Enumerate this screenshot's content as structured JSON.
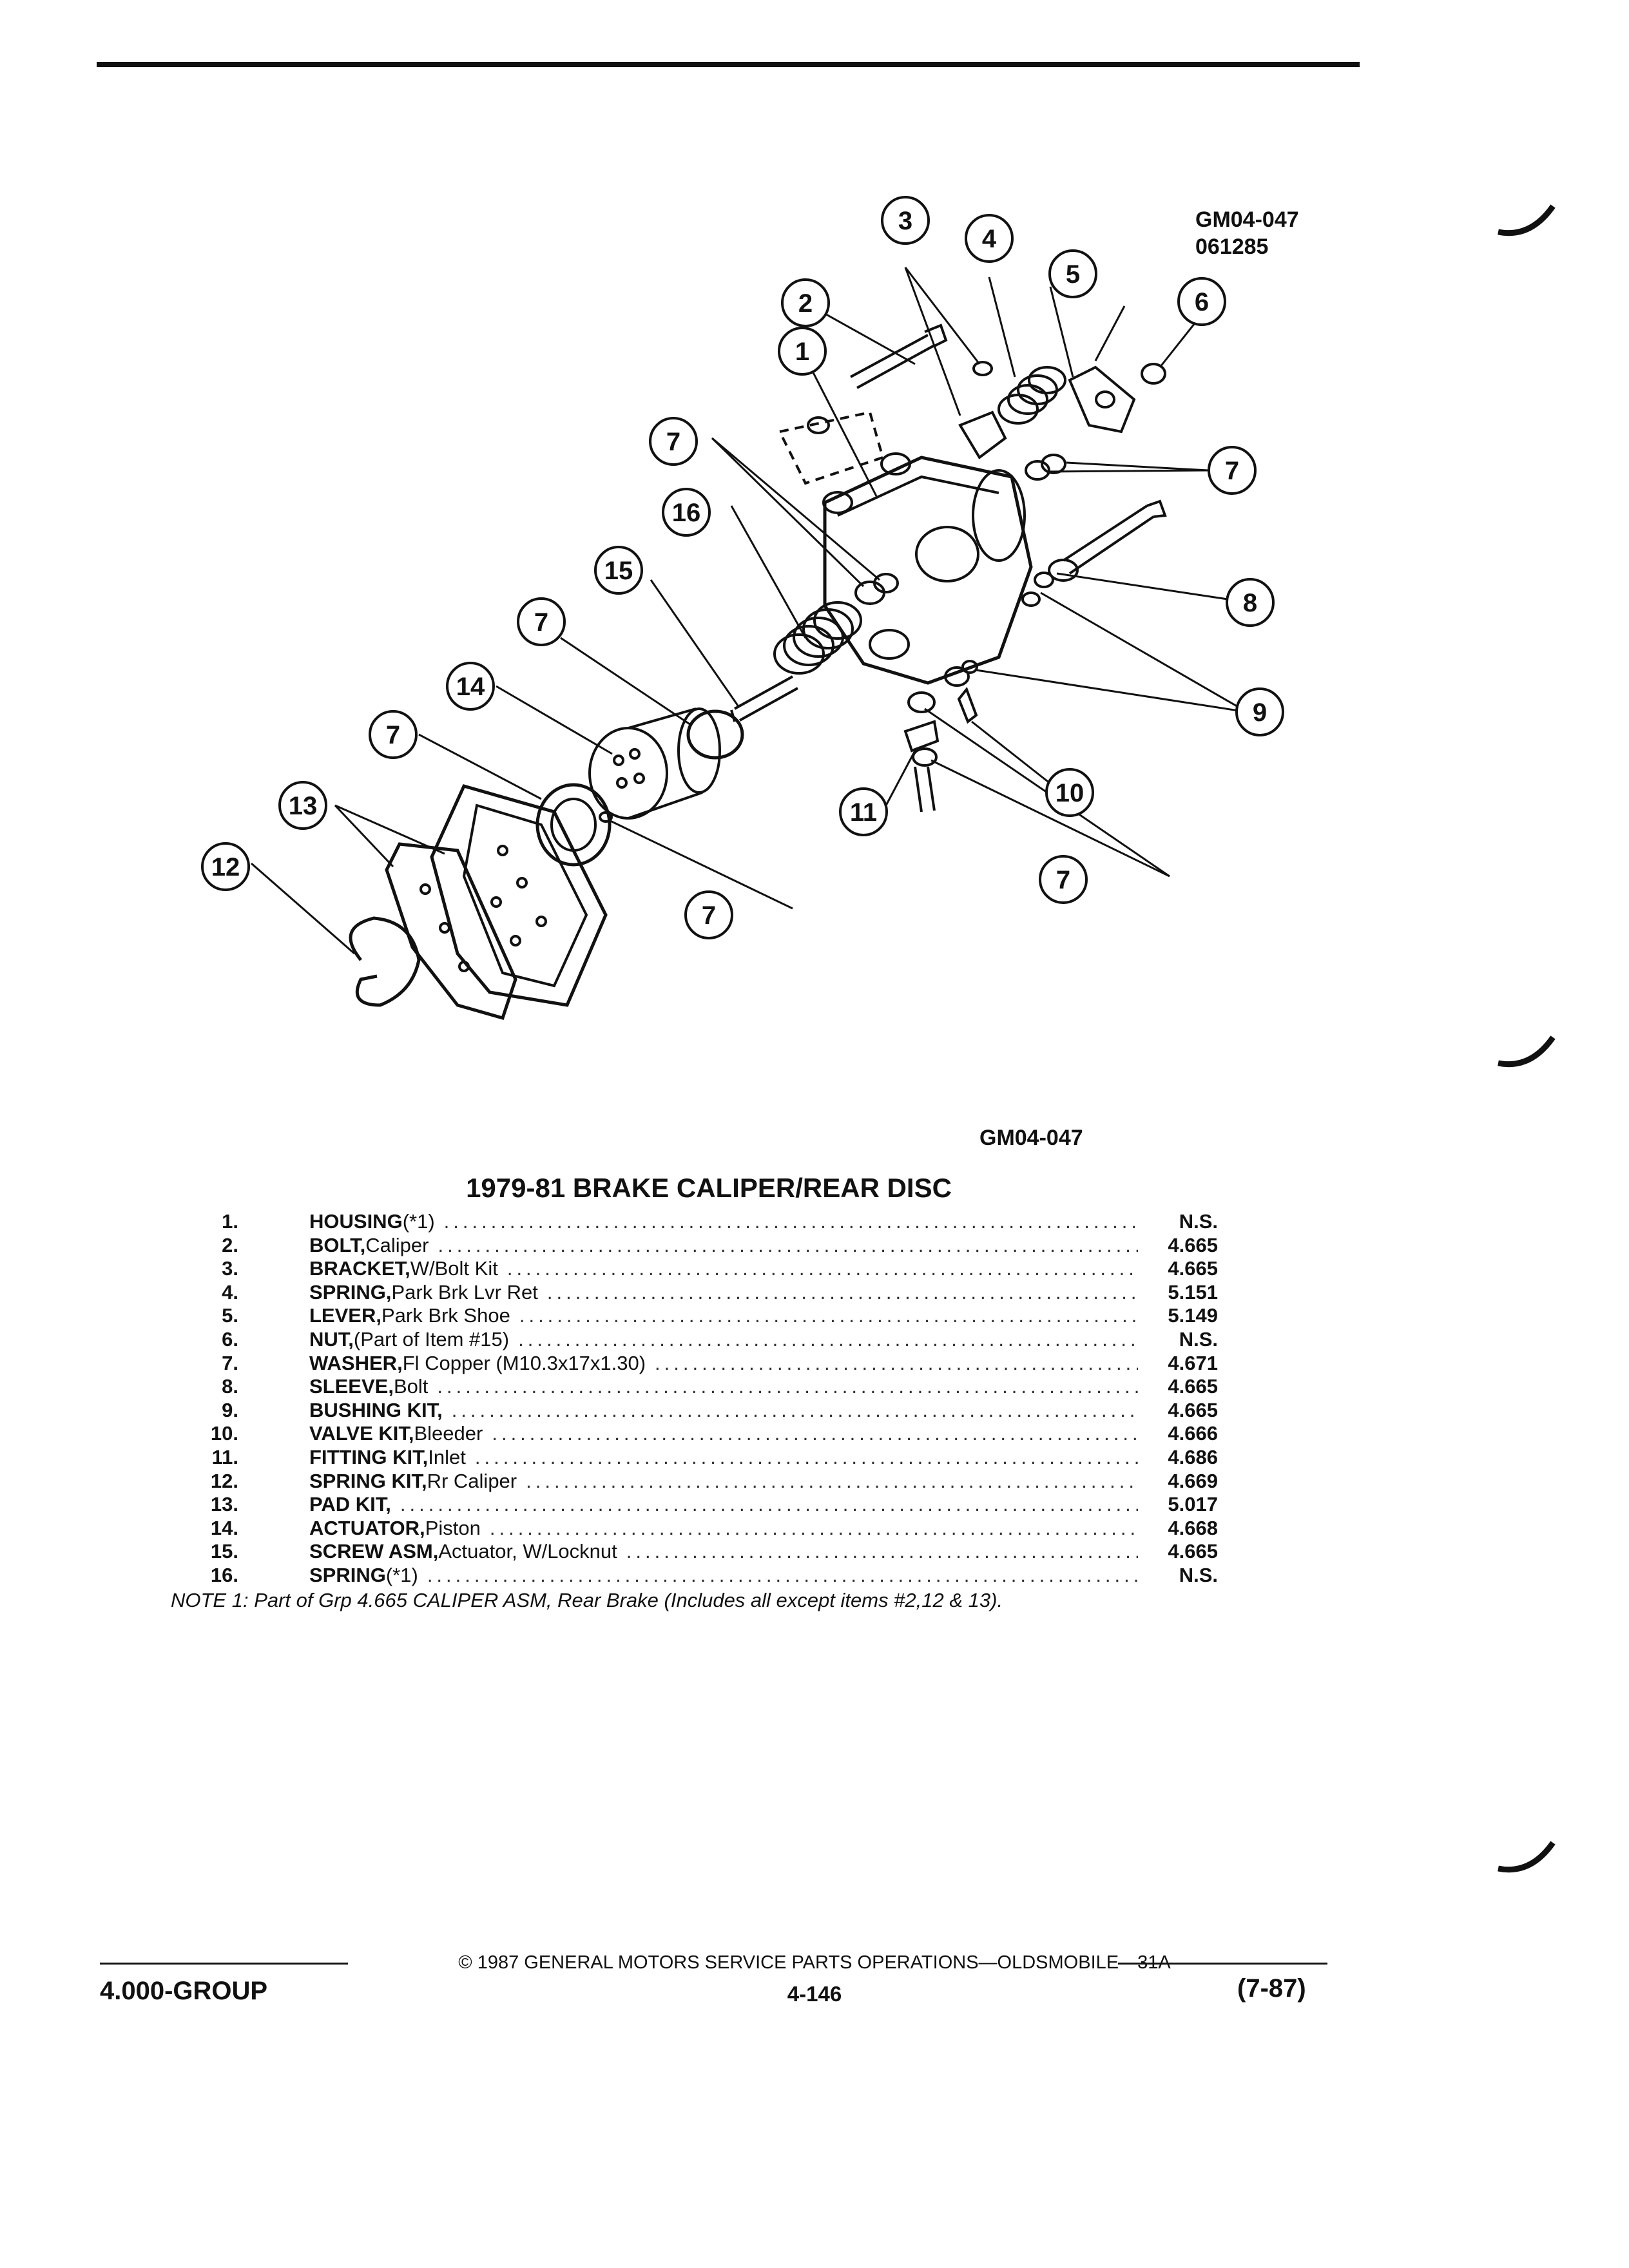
{
  "figure": {
    "code_top": "GM04-047",
    "date_code": "061285",
    "code_bottom": "GM04-047",
    "callouts": [
      "1",
      "2",
      "3",
      "4",
      "5",
      "6",
      "7",
      "8",
      "9",
      "10",
      "11",
      "12",
      "13",
      "14",
      "15",
      "16"
    ]
  },
  "title": "1979-81 BRAKE CALIPER/REAR DISC",
  "parts": [
    {
      "num": "1.",
      "name": "HOUSING",
      "detail": " (*1)",
      "group": "N.S."
    },
    {
      "num": "2.",
      "name": "BOLT,",
      "detail": " Caliper",
      "group": "4.665"
    },
    {
      "num": "3.",
      "name": "BRACKET,",
      "detail": " W/Bolt Kit",
      "group": "4.665"
    },
    {
      "num": "4.",
      "name": "SPRING,",
      "detail": " Park Brk Lvr Ret",
      "group": "5.151"
    },
    {
      "num": "5.",
      "name": "LEVER,",
      "detail": " Park Brk Shoe",
      "group": "5.149"
    },
    {
      "num": "6.",
      "name": "NUT,",
      "detail": " (Part of Item #15)",
      "group": "N.S."
    },
    {
      "num": "7.",
      "name": "WASHER,",
      "detail": " Fl Copper (M10.3x17x1.30)",
      "group": "4.671"
    },
    {
      "num": "8.",
      "name": "SLEEVE,",
      "detail": " Bolt",
      "group": "4.665"
    },
    {
      "num": "9.",
      "name": "BUSHING KIT,",
      "detail": "",
      "group": "4.665"
    },
    {
      "num": "10.",
      "name": "VALVE KIT,",
      "detail": " Bleeder",
      "group": "4.666"
    },
    {
      "num": "11.",
      "name": "FITTING KIT,",
      "detail": " Inlet",
      "group": "4.686"
    },
    {
      "num": "12.",
      "name": "SPRING KIT,",
      "detail": " Rr Caliper",
      "group": "4.669"
    },
    {
      "num": "13.",
      "name": "PAD KIT,",
      "detail": "",
      "group": "5.017"
    },
    {
      "num": "14.",
      "name": "ACTUATOR,",
      "detail": " Piston",
      "group": "4.668"
    },
    {
      "num": "15.",
      "name": "SCREW ASM,",
      "detail": " Actuator, W/Locknut",
      "group": "4.665"
    },
    {
      "num": "16.",
      "name": "SPRING",
      "detail": " (*1)",
      "group": "N.S."
    }
  ],
  "note": "NOTE 1: Part of Grp 4.665 CALIPER ASM, Rear Brake (Includes all except items #2,12 & 13).",
  "footer": {
    "copyright": "© 1987 GENERAL MOTORS SERVICE PARTS OPERATIONS—OLDSMOBILE—31A",
    "group": "4.000-GROUP",
    "page": "4-146",
    "revision": "(7-87)"
  }
}
